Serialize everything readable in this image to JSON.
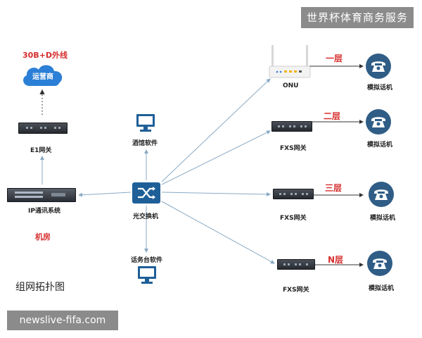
{
  "watermark_top": "世界杯体育商务服务",
  "watermark_bottom": "newslive-fifa.com",
  "diagram_title": "组网拓扑图",
  "machine_room": "机房",
  "trunk_label": "30B+D外线",
  "carrier": "运营商",
  "e1_gateway": "E1网关",
  "ip_system": "IP通讯系统",
  "hotel_software": "酒馆软件",
  "optical_switch": "光交换机",
  "operator_software": "话务台软件",
  "onu": "ONU",
  "fxs_gateway": "FXS网关",
  "floors": [
    "一层",
    "二层",
    "三层",
    "N层"
  ],
  "analog_phone": "模拟话机",
  "colors": {
    "accent_red": "#d62d2d",
    "cloud_blue": "#2b7fd6",
    "switch_blue": "#1f5f98",
    "link_gray": "#8aaac4"
  },
  "icons": {
    "cloud": "cloud-icon",
    "monitor": "monitor-icon",
    "switch": "shuffle-switch-icon",
    "router": "router-icon",
    "phone": "telephone-icon"
  }
}
